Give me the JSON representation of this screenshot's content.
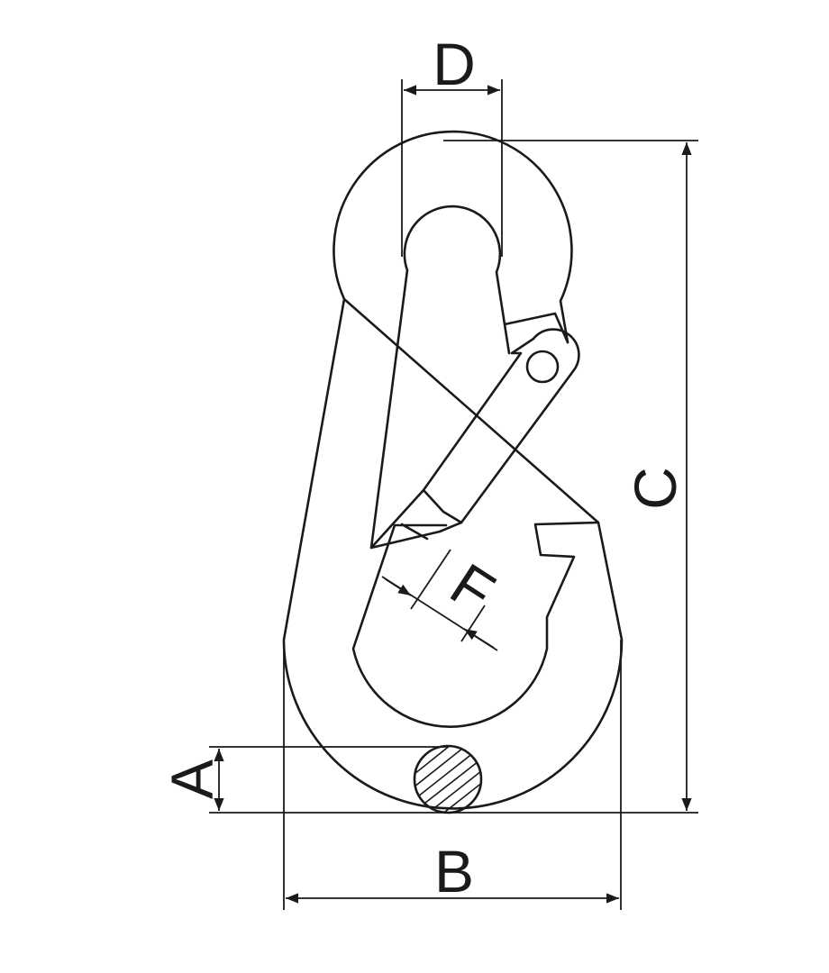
{
  "diagram": {
    "labels": {
      "d": "D",
      "c": "C",
      "f": "F",
      "a": "A",
      "b": "B"
    },
    "colors": {
      "line": "#1a1a1a",
      "background": "#ffffff"
    }
  }
}
